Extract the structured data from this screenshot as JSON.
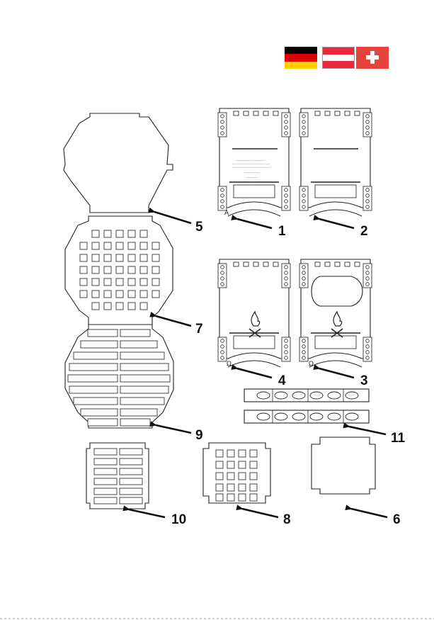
{
  "flags": [
    {
      "name": "germany-flag",
      "colors": [
        "#000000",
        "#dd0000",
        "#ffce00"
      ]
    },
    {
      "name": "austria-flag",
      "colors": [
        "#ed2939",
        "#ffffff",
        "#ed2939"
      ]
    },
    {
      "name": "switzerland-flag",
      "colors": [
        "#e8423c",
        "#ffffff"
      ]
    }
  ],
  "part_labels": {
    "p1": "1",
    "p2": "2",
    "p3": "3",
    "p4": "4",
    "p5": "5",
    "p6": "6",
    "p7": "7",
    "p8": "8",
    "p9": "9",
    "p10": "10",
    "p11": "11"
  },
  "engraving": {
    "plate1_letter": "A",
    "plate4_letter": "Ω",
    "plate3_letter": "Ω"
  },
  "colors": {
    "line": "#222222",
    "arrow": "#111111"
  }
}
